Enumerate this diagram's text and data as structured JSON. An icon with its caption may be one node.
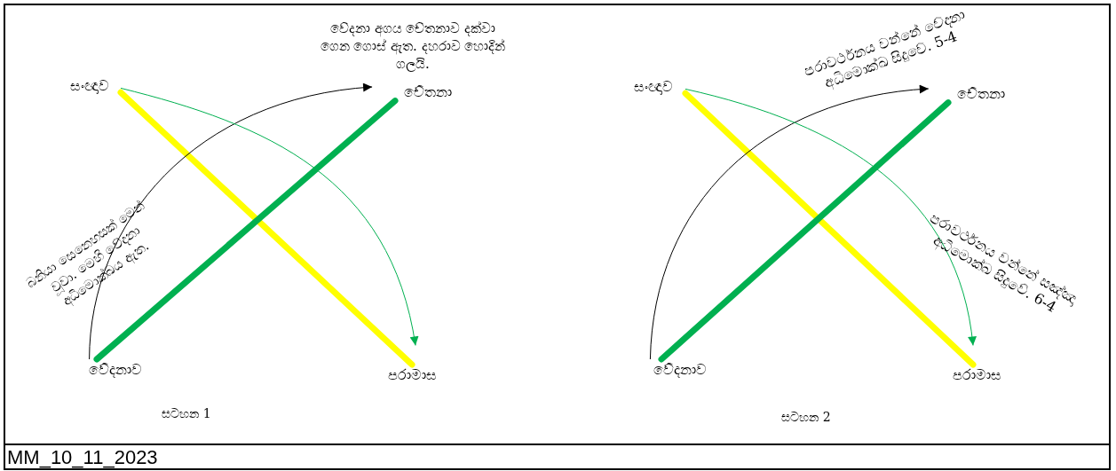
{
  "diagram": {
    "nodes": [
      {
        "text": [
          "සංඥාව"
        ]
      },
      {
        "text": [
          "චේතනා"
        ]
      },
      {
        "text": [
          "වේදනාව"
        ]
      },
      {
        "text": [
          "පරාමාස"
        ]
      },
      {
        "text": [
          "සංඥාව"
        ]
      },
      {
        "text": [
          "චේතනා"
        ]
      },
      {
        "text": [
          "වේදනාව"
        ]
      },
      {
        "text": [
          "පරාමාස"
        ]
      }
    ],
    "edges": [
      {
        "from": 0,
        "to": 3,
        "arrow": "none",
        "style": "thick",
        "color": "#ffff00"
      },
      {
        "from": 2,
        "to": 1,
        "arrow": "none",
        "style": "thick",
        "color": "#00b050"
      },
      {
        "from": 2,
        "to": 1,
        "arrow": "to",
        "color": "#000000"
      },
      {
        "from": 0,
        "to": 3,
        "arrow": "to",
        "color": "#00b050"
      },
      {
        "from": 4,
        "to": 7,
        "arrow": "none",
        "style": "thick",
        "color": "#ffff00"
      },
      {
        "from": 6,
        "to": 5,
        "arrow": "none",
        "style": "thick",
        "color": "#00b050"
      },
      {
        "from": 6,
        "to": 5,
        "arrow": "to",
        "color": "#000000"
      },
      {
        "from": 4,
        "to": 7,
        "arrow": "to",
        "color": "#00b050"
      }
    ],
    "labels": [
      "වේදනා අගය  චේතනාව දක්වා ගෙන ගොස් ඇත. දහරාව හොදින් ගලයි.",
      "බනියා සෙනෙහසක් මෙන් වූවා. මෙහි වේදනා අධිමොක්ඛය ඇත.",
      "සටහන 1",
      "පරාවර්ථනය වන්නේ වේදනා අධිමොක්ඛ සිදුවේ. 5-4",
      "පරාවර්ථනය වන්නේ සඤ්ඤා අධිමොක්ඛ සිදුවේ. 6-4",
      "සටහන 2",
      "MM_10_11_2023"
    ]
  }
}
